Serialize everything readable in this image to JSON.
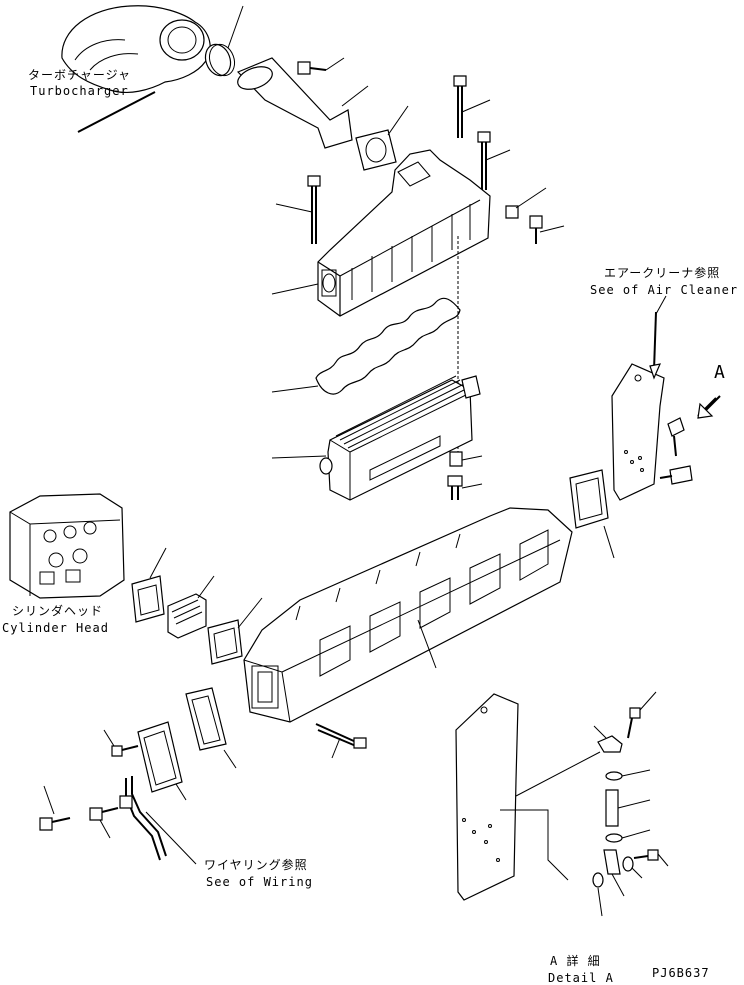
{
  "labels": {
    "turbocharger_jp": "ターボチャージャ",
    "turbocharger_en": "Turbocharger",
    "air_cleaner_jp": "エアークリーナ参照",
    "air_cleaner_en": "See of Air Cleaner",
    "cylinder_head_jp": "シリンダヘッド",
    "cylinder_head_en": "Cylinder Head",
    "wiring_jp": "ワイヤリング参照",
    "wiring_en": "See of Wiring",
    "detail_jp": "A 詳 細",
    "detail_en": "Detail A",
    "view_letter": "A",
    "drawing_code": "PJ6B637"
  }
}
